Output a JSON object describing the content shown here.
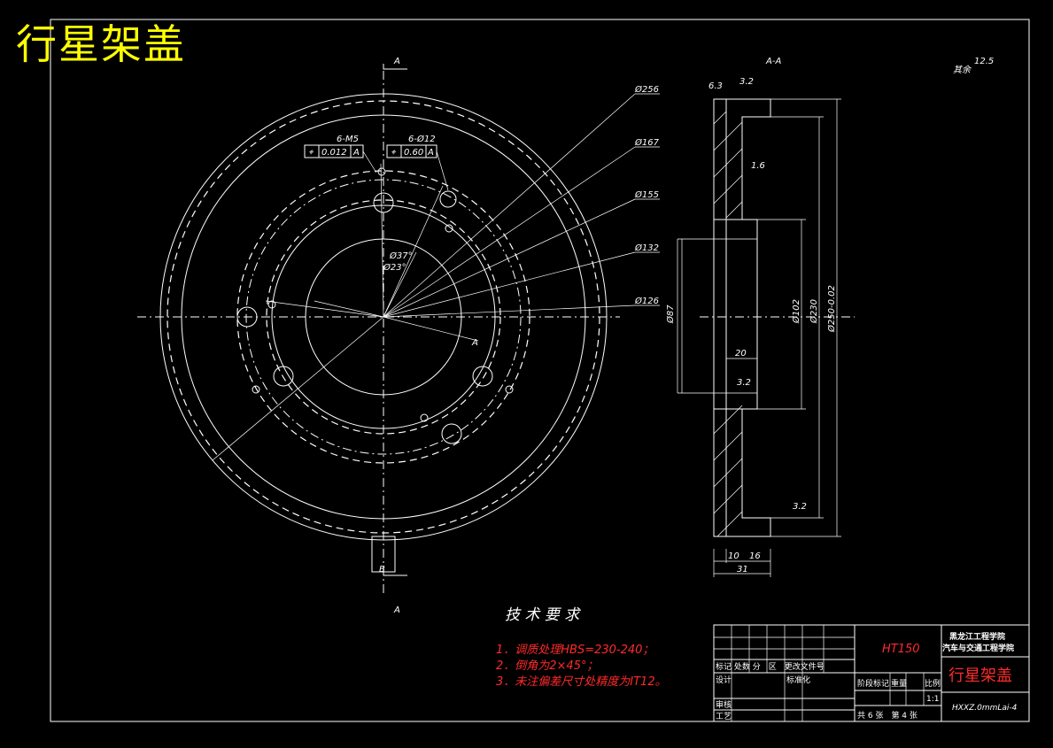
{
  "title": "行星架盖",
  "view": {
    "section_mark": "A",
    "section_title": "A-A",
    "section_b": "B",
    "tol_left": {
      "symbol": "⌖",
      "spec": "6-M5",
      "value": "0.012",
      "datum": "A"
    },
    "tol_right": {
      "symbol": "⌖",
      "spec": "6-Ø12",
      "value": "0.60",
      "datum": "A"
    },
    "diameters": [
      "Ø256",
      "Ø167",
      "Ø155",
      "Ø132",
      "Ø126"
    ],
    "angle_37": "Ø37°",
    "angle_23": "Ø23°",
    "datum_a": "A",
    "dim_87": "Ø87",
    "dim_102": "Ø102",
    "dim_230": "Ø230",
    "dim_250": "Ø250-0.02",
    "dim_20": "20",
    "dim_10": "10",
    "dim_16": "16",
    "dim_31": "31",
    "rough_63": "6.3",
    "rough_32": "3.2",
    "rough_16": "1.6",
    "rough_125": "12.5",
    "rough_rest": "其余"
  },
  "tech": {
    "heading": "技 术 要 求",
    "items": [
      "1．调质处理HBS=230-240；",
      "2．倒角为2×45°；",
      "3．未注偏差尺寸处精度为IT12。"
    ]
  },
  "titleblock": {
    "material": "HT150",
    "school1": "黑龙江工程学院",
    "school2": "汽车与交通工程学院",
    "part_name": "行星架盖",
    "row_mark": "标记 处数 分　区　更改文件号",
    "design": "设计",
    "standard": "标准化",
    "stage_mark": "阶段标记",
    "weight": "重量",
    "scale_label": "比例",
    "scale": "1:1",
    "review": "审核",
    "process": "工艺",
    "sheets": "共 6 张　第 4 张",
    "drawing_no": "HXXZ.0mmLai-4"
  }
}
